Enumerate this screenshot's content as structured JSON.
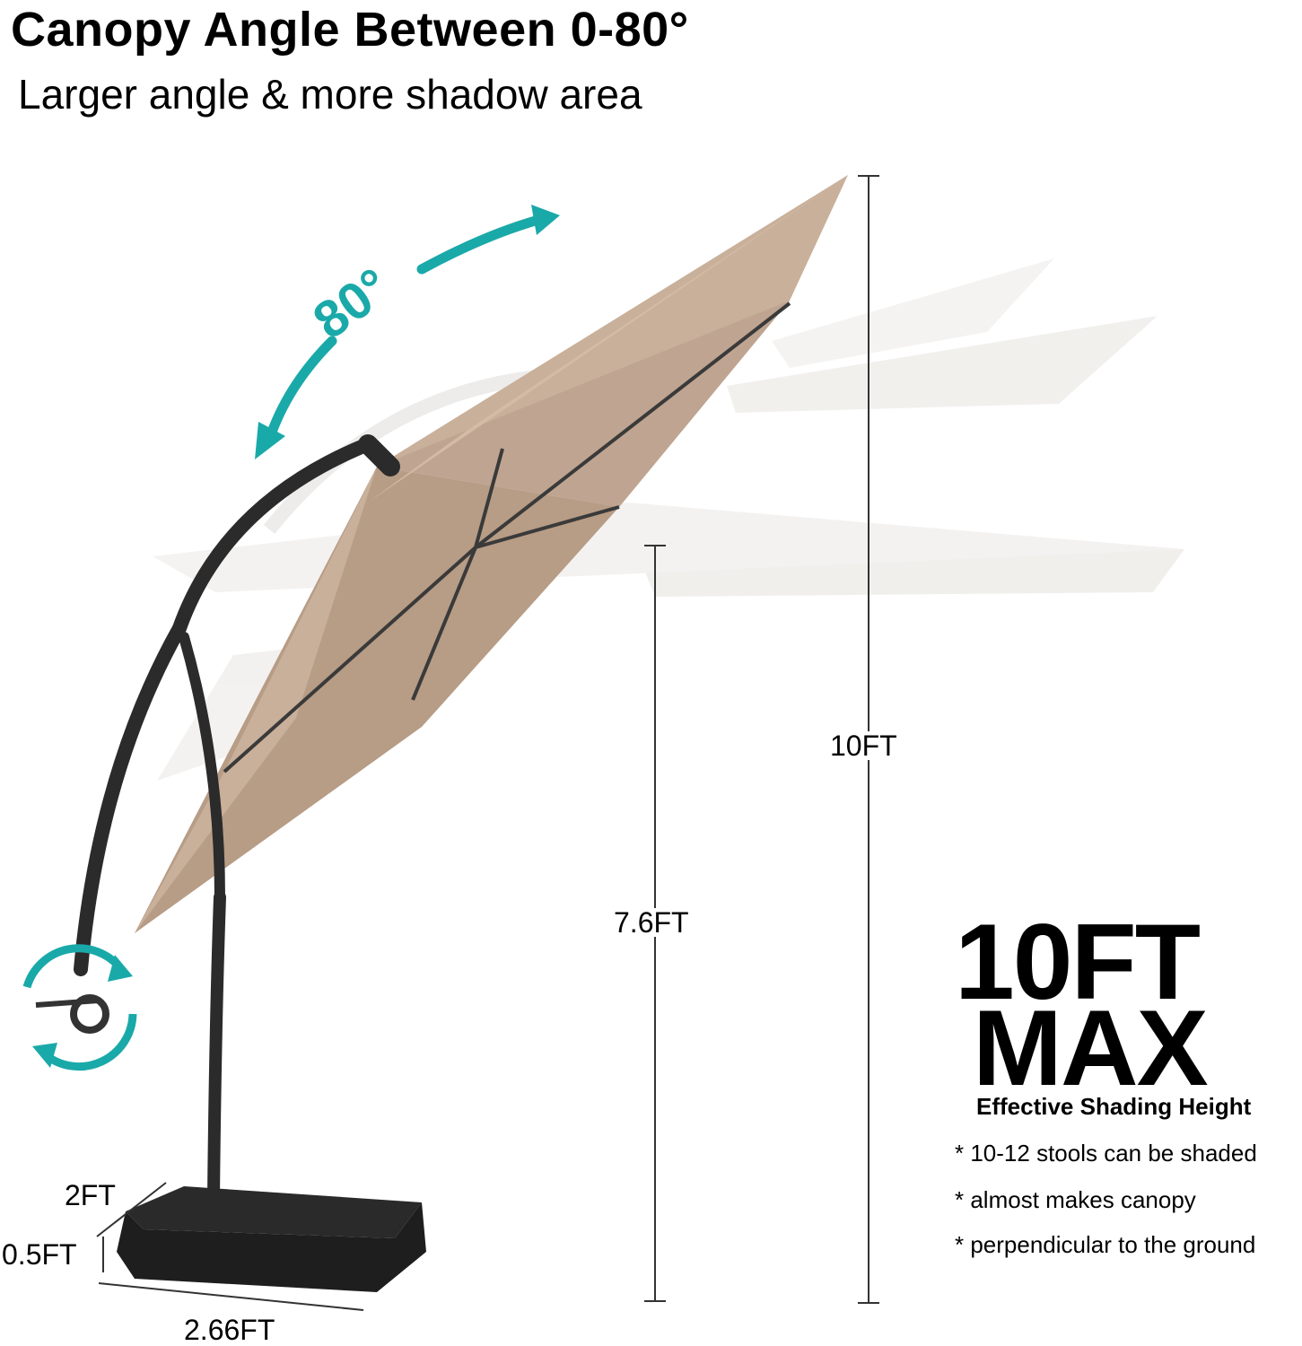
{
  "header": {
    "title": "Canopy Angle Between 0-80°",
    "subtitle": "Larger angle & more shadow area"
  },
  "angle_label": "80°",
  "dimensions": {
    "total_height": "10FT",
    "canopy_clearance": "7.6FT",
    "base_depth": "2FT",
    "base_height": "0.5FT",
    "base_width": "2.66FT"
  },
  "headline": {
    "line1": "10FT",
    "line2": "MAX",
    "caption": "Effective Shading Height"
  },
  "notes": [
    "* 10-12 stools can be shaded",
    "* almost makes canopy",
    "* perpendicular to the ground"
  ],
  "colors": {
    "accent": "#1aa9a9",
    "canopy": "#c9b09a",
    "canopy_shadow": "#b79c86",
    "frame": "#2b2b2b",
    "ghost": "#e6e2de"
  }
}
